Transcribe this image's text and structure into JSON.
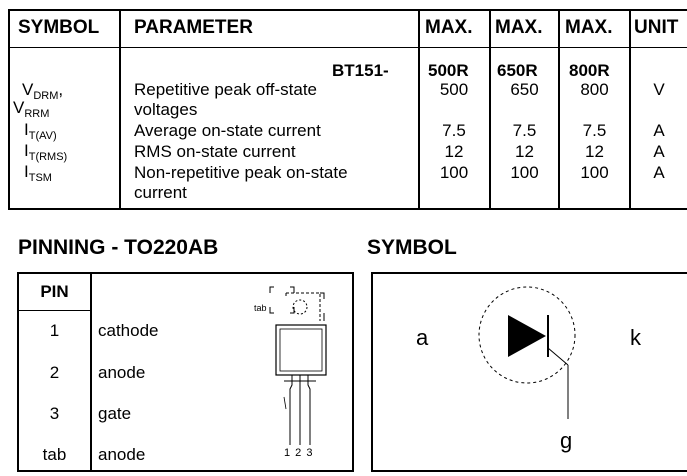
{
  "ratings": {
    "headers": {
      "symbol": "SYMBOL",
      "parameter": "PARAMETER",
      "max1": "MAX.",
      "max2": "MAX.",
      "max3": "MAX.",
      "unit": "UNIT"
    },
    "part_prefix": "BT151-",
    "variants": [
      "500R",
      "650R",
      "800R"
    ],
    "rows": [
      {
        "sym_main": "V",
        "sym_sub": "DRM",
        "sym_suffix": ",",
        "param1": "Repetitive peak off-state",
        "v1": "500",
        "v2": "650",
        "v3": "800",
        "unit": "V"
      },
      {
        "sym_main": "V",
        "sym_sub": "RRM",
        "sym_suffix": "",
        "param1": "voltages",
        "v1": "",
        "v2": "",
        "v3": "",
        "unit": ""
      },
      {
        "sym_main": "I",
        "sym_sub": "T(AV)",
        "sym_suffix": "",
        "param1": "Average on-state current",
        "v1": "7.5",
        "v2": "7.5",
        "v3": "7.5",
        "unit": "A"
      },
      {
        "sym_main": "I",
        "sym_sub": "T(RMS)",
        "sym_suffix": "",
        "param1": "RMS on-state current",
        "v1": "12",
        "v2": "12",
        "v3": "12",
        "unit": "A"
      },
      {
        "sym_main": "I",
        "sym_sub": "TSM",
        "sym_suffix": "",
        "param1": "Non-repetitive peak on-state",
        "v1": "100",
        "v2": "100",
        "v3": "100",
        "unit": "A"
      },
      {
        "sym_main": "",
        "sym_sub": "",
        "sym_suffix": "",
        "param1": "current",
        "v1": "",
        "v2": "",
        "v3": "",
        "unit": ""
      }
    ]
  },
  "pinning": {
    "title": "PINNING - TO220AB",
    "header": "PIN",
    "pins": [
      {
        "pin": "1",
        "desc": "cathode"
      },
      {
        "pin": "2",
        "desc": "anode"
      },
      {
        "pin": "3",
        "desc": "gate"
      },
      {
        "pin": "tab",
        "desc": "anode"
      }
    ],
    "package_tab_label": "tab",
    "package_pin_labels": "1 2 3"
  },
  "symbol": {
    "title": "SYMBOL",
    "anode": "a",
    "cathode": "k",
    "gate": "g"
  }
}
